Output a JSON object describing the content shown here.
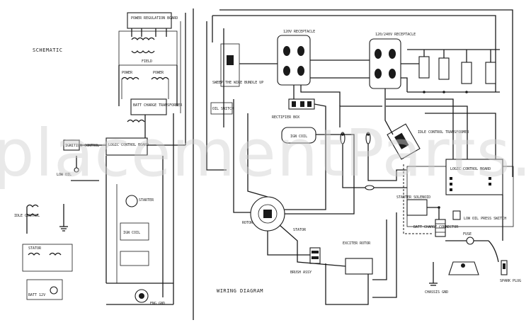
{
  "watermark": "placementParts.c",
  "schematic": {
    "title": "SCHEMATIC",
    "boxes": {
      "power_regulation_board": "POWER REGULATION BOARD",
      "field": "FIELD",
      "power": "POWER",
      "power2": "POWER",
      "transformer": "BATT CHARGE TRANSFORMER",
      "ignition_control": "IGNITION CONTROL",
      "control_board": "LOGIC CONTROL BOARD"
    },
    "labels": [
      "LOW OIL",
      "STATOR",
      "IDLE CONTROL",
      "STARTER",
      "IGN COIL",
      "ENG GND",
      "BATT 12V"
    ]
  },
  "wiring": {
    "title": "WIRING DIAGRAM",
    "boxes": {
      "receptacle_a": "120V RECEPTACLE",
      "receptacle_b": "120/240V RECEPTACLE",
      "rotor_note": "EXCITER ROTOR",
      "note": "SWEEP THE WIRE BUNDLE UP",
      "oil_switch": "OIL SWITCH",
      "breaker_box": "RECTIFIER BOX",
      "ign_coil": "IGN COIL",
      "idle_control": "IDLE CONTROL TRANSFORMER",
      "board": "LOGIC CONTROL BOARD",
      "starter": "STARTER SOLENOID",
      "low_oil": "LOW OIL PRESS SWITCH",
      "batt_charge": "BATT CHARGE CONNECTOR",
      "fuse": "FUSE",
      "spark_plug": "SPARK PLUG",
      "chassis_gnd": "CHASSIS GND",
      "brush_assy": "BRUSH ASSY",
      "stator": "STATOR",
      "rotor": "ROTOR"
    }
  }
}
